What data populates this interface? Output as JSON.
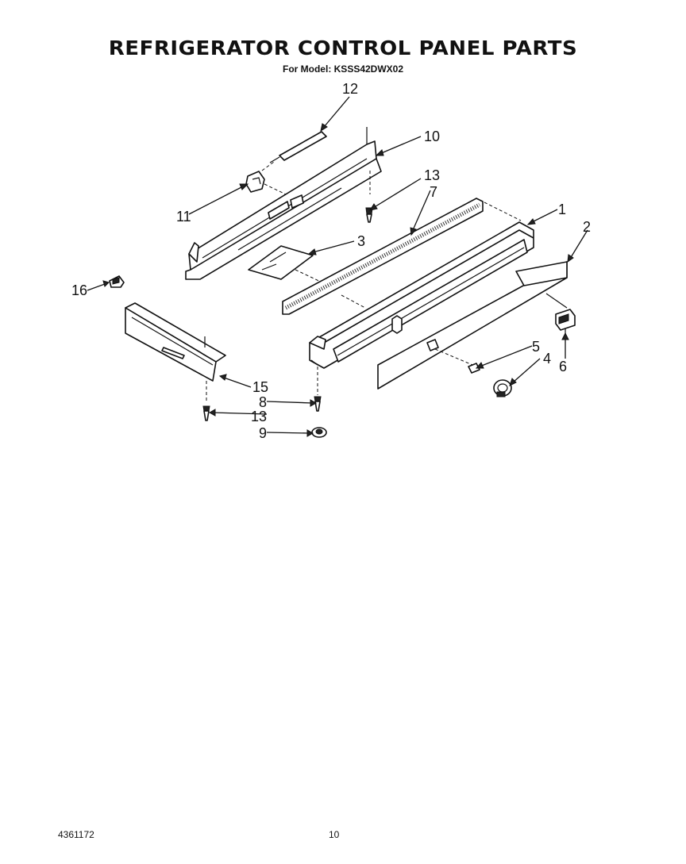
{
  "header": {
    "title": "REFRIGERATOR CONTROL PANEL PARTS",
    "subtitle": "For Model: KSSS42DWX02"
  },
  "footer": {
    "doc_number": "4361172",
    "page_number": "10"
  },
  "callouts": {
    "c1": "1",
    "c2": "2",
    "c3": "3",
    "c4": "4",
    "c5": "5",
    "c6": "6",
    "c7": "7",
    "c8": "8",
    "c9": "9",
    "c10": "10",
    "c11": "11",
    "c12": "12",
    "c13a": "13",
    "c13b": "13",
    "c15": "15",
    "c16": "16"
  }
}
